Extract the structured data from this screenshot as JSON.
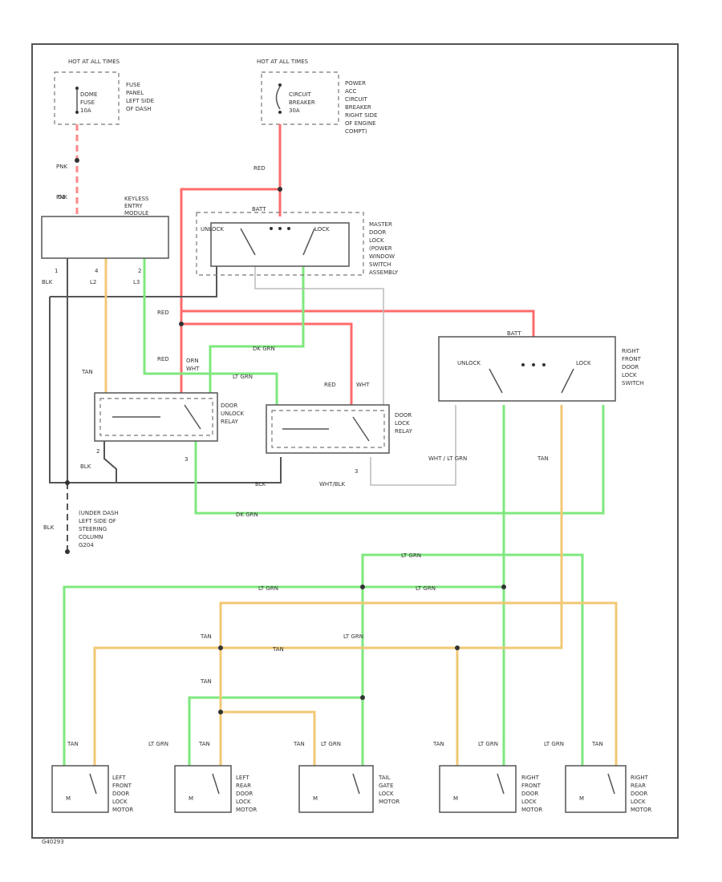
{
  "code": "G40293",
  "hot_fuse": "HOT AT ALL TIMES",
  "hot_cb": "HOT AT ALL TIMES",
  "fuse": {
    "l1": "DOME",
    "l2": "FUSE",
    "l3": "10A"
  },
  "fuse_panel": {
    "l1": "FUSE",
    "l2": "PANEL",
    "l3": "LEFT SIDE",
    "l4": "OF DASH"
  },
  "cb": {
    "l1": "CIRCUIT",
    "l2": "BREAKER",
    "l3": "30A"
  },
  "pdc": {
    "l1": "POWER",
    "l2": "ACC",
    "l3": "CIRCUIT",
    "l4": "BREAKER",
    "l5": "RIGHT SIDE",
    "l6": "OF ENGINE",
    "l7": "COMPT)"
  },
  "module": {
    "l1": "KEYLESS",
    "l2": "ENTRY",
    "l3": "MODULE",
    "pin_d1": "D1",
    "pin1": "1",
    "pin4": "4",
    "pin2": "2"
  },
  "master": {
    "l1": "MASTER",
    "l2": "DOOR",
    "l3": "LOCK",
    "l4": "(POWER",
    "l5": "WINDOW",
    "l6": "SWITCH",
    "l7": "ASSEMBLY",
    "unlock": "UNLOCK",
    "lock": "LOCK",
    "batt": "BATT"
  },
  "rf_switch": {
    "l1": "RIGHT",
    "l2": "FRONT",
    "l3": "DOOR",
    "l4": "LOCK",
    "l5": "SWITCH",
    "unlock": "UNLOCK",
    "lock": "LOCK",
    "batt": "BATT"
  },
  "unlock_relay": {
    "l1": "DOOR",
    "l2": "UNLOCK",
    "l3": "RELAY",
    "pin2": "2",
    "pin3": "3"
  },
  "lock_relay": {
    "l1": "DOOR",
    "l2": "LOCK",
    "l3": "RELAY",
    "pin3": "3"
  },
  "ground": {
    "l1": "(UNDER DASH",
    "l2": "LEFT SIDE OF",
    "l3": "STEERING",
    "l4": "COLUMN",
    "l5": "G204"
  },
  "motors": [
    {
      "l1": "LEFT",
      "l2": "FRONT",
      "l3": "DOOR",
      "l4": "LOCK",
      "l5": "MOTOR"
    },
    {
      "l1": "LEFT",
      "l2": "REAR",
      "l3": "DOOR",
      "l4": "LOCK",
      "l5": "MOTOR"
    },
    {
      "l1": "TAIL",
      "l2": "GATE",
      "l3": "LOCK",
      "l4": "MOTOR",
      "l5": ""
    },
    {
      "l1": "RIGHT",
      "l2": "FRONT",
      "l3": "DOOR",
      "l4": "LOCK",
      "l5": "MOTOR"
    },
    {
      "l1": "RIGHT",
      "l2": "REAR",
      "l3": "DOOR",
      "l4": "LOCK",
      "l5": "MOTOR"
    }
  ],
  "wires": {
    "pnk": "PNK",
    "red": "RED",
    "blk": "BLK",
    "l2": "L2",
    "l3": "L3",
    "tan": "TAN",
    "lt_grn": "LT GRN",
    "dk_grn": "DK GRN",
    "orn": "ORN",
    "wht": "WHT",
    "wht_blk": "WHT/BLK",
    "wht_ltgrn": "WHT / LT GRN"
  }
}
